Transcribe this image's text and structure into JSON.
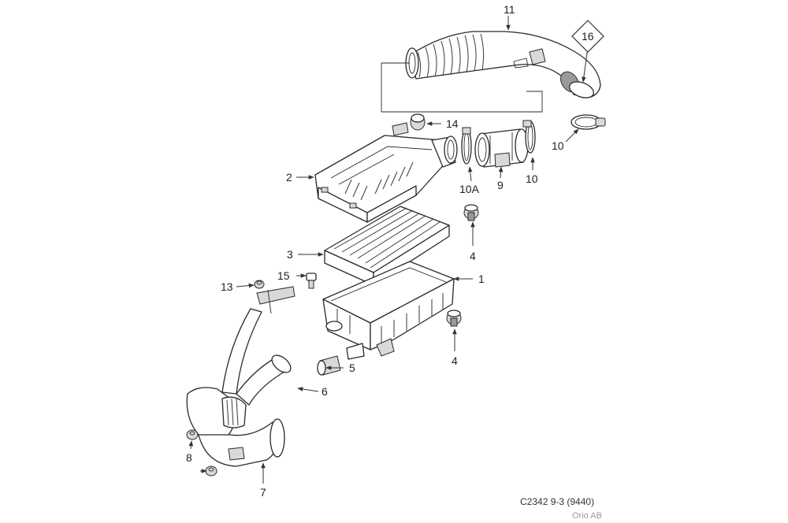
{
  "callouts": {
    "c1": "1",
    "c2": "2",
    "c3": "3",
    "c4a": "4",
    "c4b": "4",
    "c5": "5",
    "c6": "6",
    "c7": "7",
    "c8": "8",
    "c9": "9",
    "c10a": "10",
    "c10b": "10",
    "c10A": "10A",
    "c11": "11",
    "c13": "13",
    "c14": "14",
    "c15": "15",
    "c16": "16"
  },
  "footer": {
    "reference": "C2342 9-3 (9440)",
    "copyright": "Orio AB"
  }
}
